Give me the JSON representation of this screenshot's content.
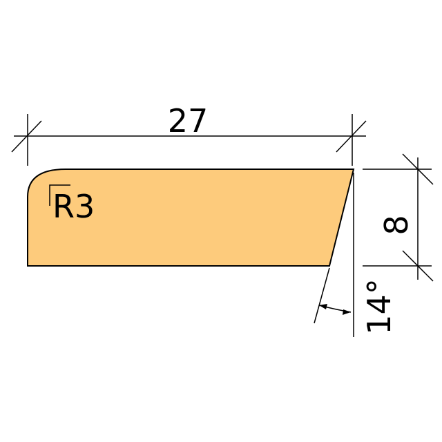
{
  "colors": {
    "background": "#ffffff",
    "profile_fill": "#fdcb7c",
    "line": "#000000"
  },
  "dimensions": {
    "width_label": "27",
    "height_label": "8",
    "radius_label": "R3",
    "angle_label": "14°"
  }
}
